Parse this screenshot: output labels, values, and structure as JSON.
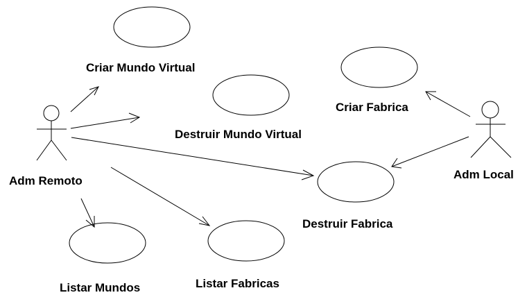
{
  "actors": {
    "remote": "Adm Remoto",
    "local": "Adm Local"
  },
  "use_cases": {
    "criar_mundo": "Criar Mundo Virtual",
    "destruir_mundo": "Destruir Mundo Virtual",
    "criar_fabrica": "Criar Fabrica",
    "destruir_fabrica": "Destruir Fabrica",
    "listar_mundos": "Listar Mundos",
    "listar_fabricas": "Listar Fabricas"
  },
  "associations": [
    {
      "from": "Adm Remoto",
      "to": "Criar Mundo Virtual"
    },
    {
      "from": "Adm Remoto",
      "to": "Destruir Mundo Virtual"
    },
    {
      "from": "Adm Remoto",
      "to": "Destruir Fabrica"
    },
    {
      "from": "Adm Remoto",
      "to": "Listar Mundos"
    },
    {
      "from": "Adm Remoto",
      "to": "Listar Fabricas"
    },
    {
      "from": "Adm Local",
      "to": "Criar Fabrica"
    },
    {
      "from": "Adm Local",
      "to": "Destruir Fabrica"
    }
  ],
  "colors": {
    "stroke": "#000000",
    "background": "#ffffff",
    "text": "#000000"
  }
}
